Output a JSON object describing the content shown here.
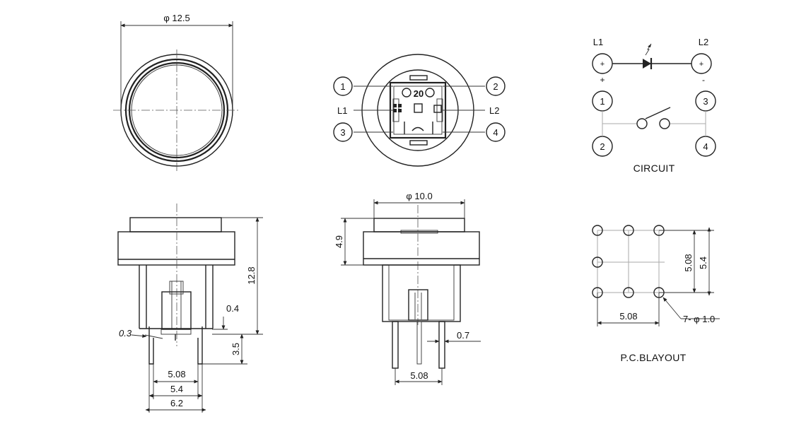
{
  "top_view": {
    "diameter_label": "φ 12.5"
  },
  "bottom_view": {
    "pins": [
      "1",
      "2",
      "3",
      "4"
    ],
    "lamp_left": "L1",
    "lamp_right": "L2",
    "marking": "20"
  },
  "circuit": {
    "lamp_left": "L1",
    "lamp_right": "L2",
    "plus": "+",
    "minus": "-",
    "pins": [
      "1",
      "2",
      "3",
      "4"
    ],
    "caption": "CIRCUIT"
  },
  "side_view": {
    "height": "12.8",
    "offset": "0.4",
    "thickness": "0.3",
    "pin_length": "3.5",
    "w1": "5.08",
    "w2": "5.4",
    "w3": "6.2"
  },
  "front_view": {
    "diameter": "φ 10.0",
    "cap_height": "4.9",
    "pin_thk": "0.7",
    "pitch": "5.08"
  },
  "pcb": {
    "v_pitch": "5.08",
    "v_total": "5.4",
    "h_pitch": "5.08",
    "holes": "7- φ 1.0",
    "caption": "P.C.BLAYOUT"
  }
}
